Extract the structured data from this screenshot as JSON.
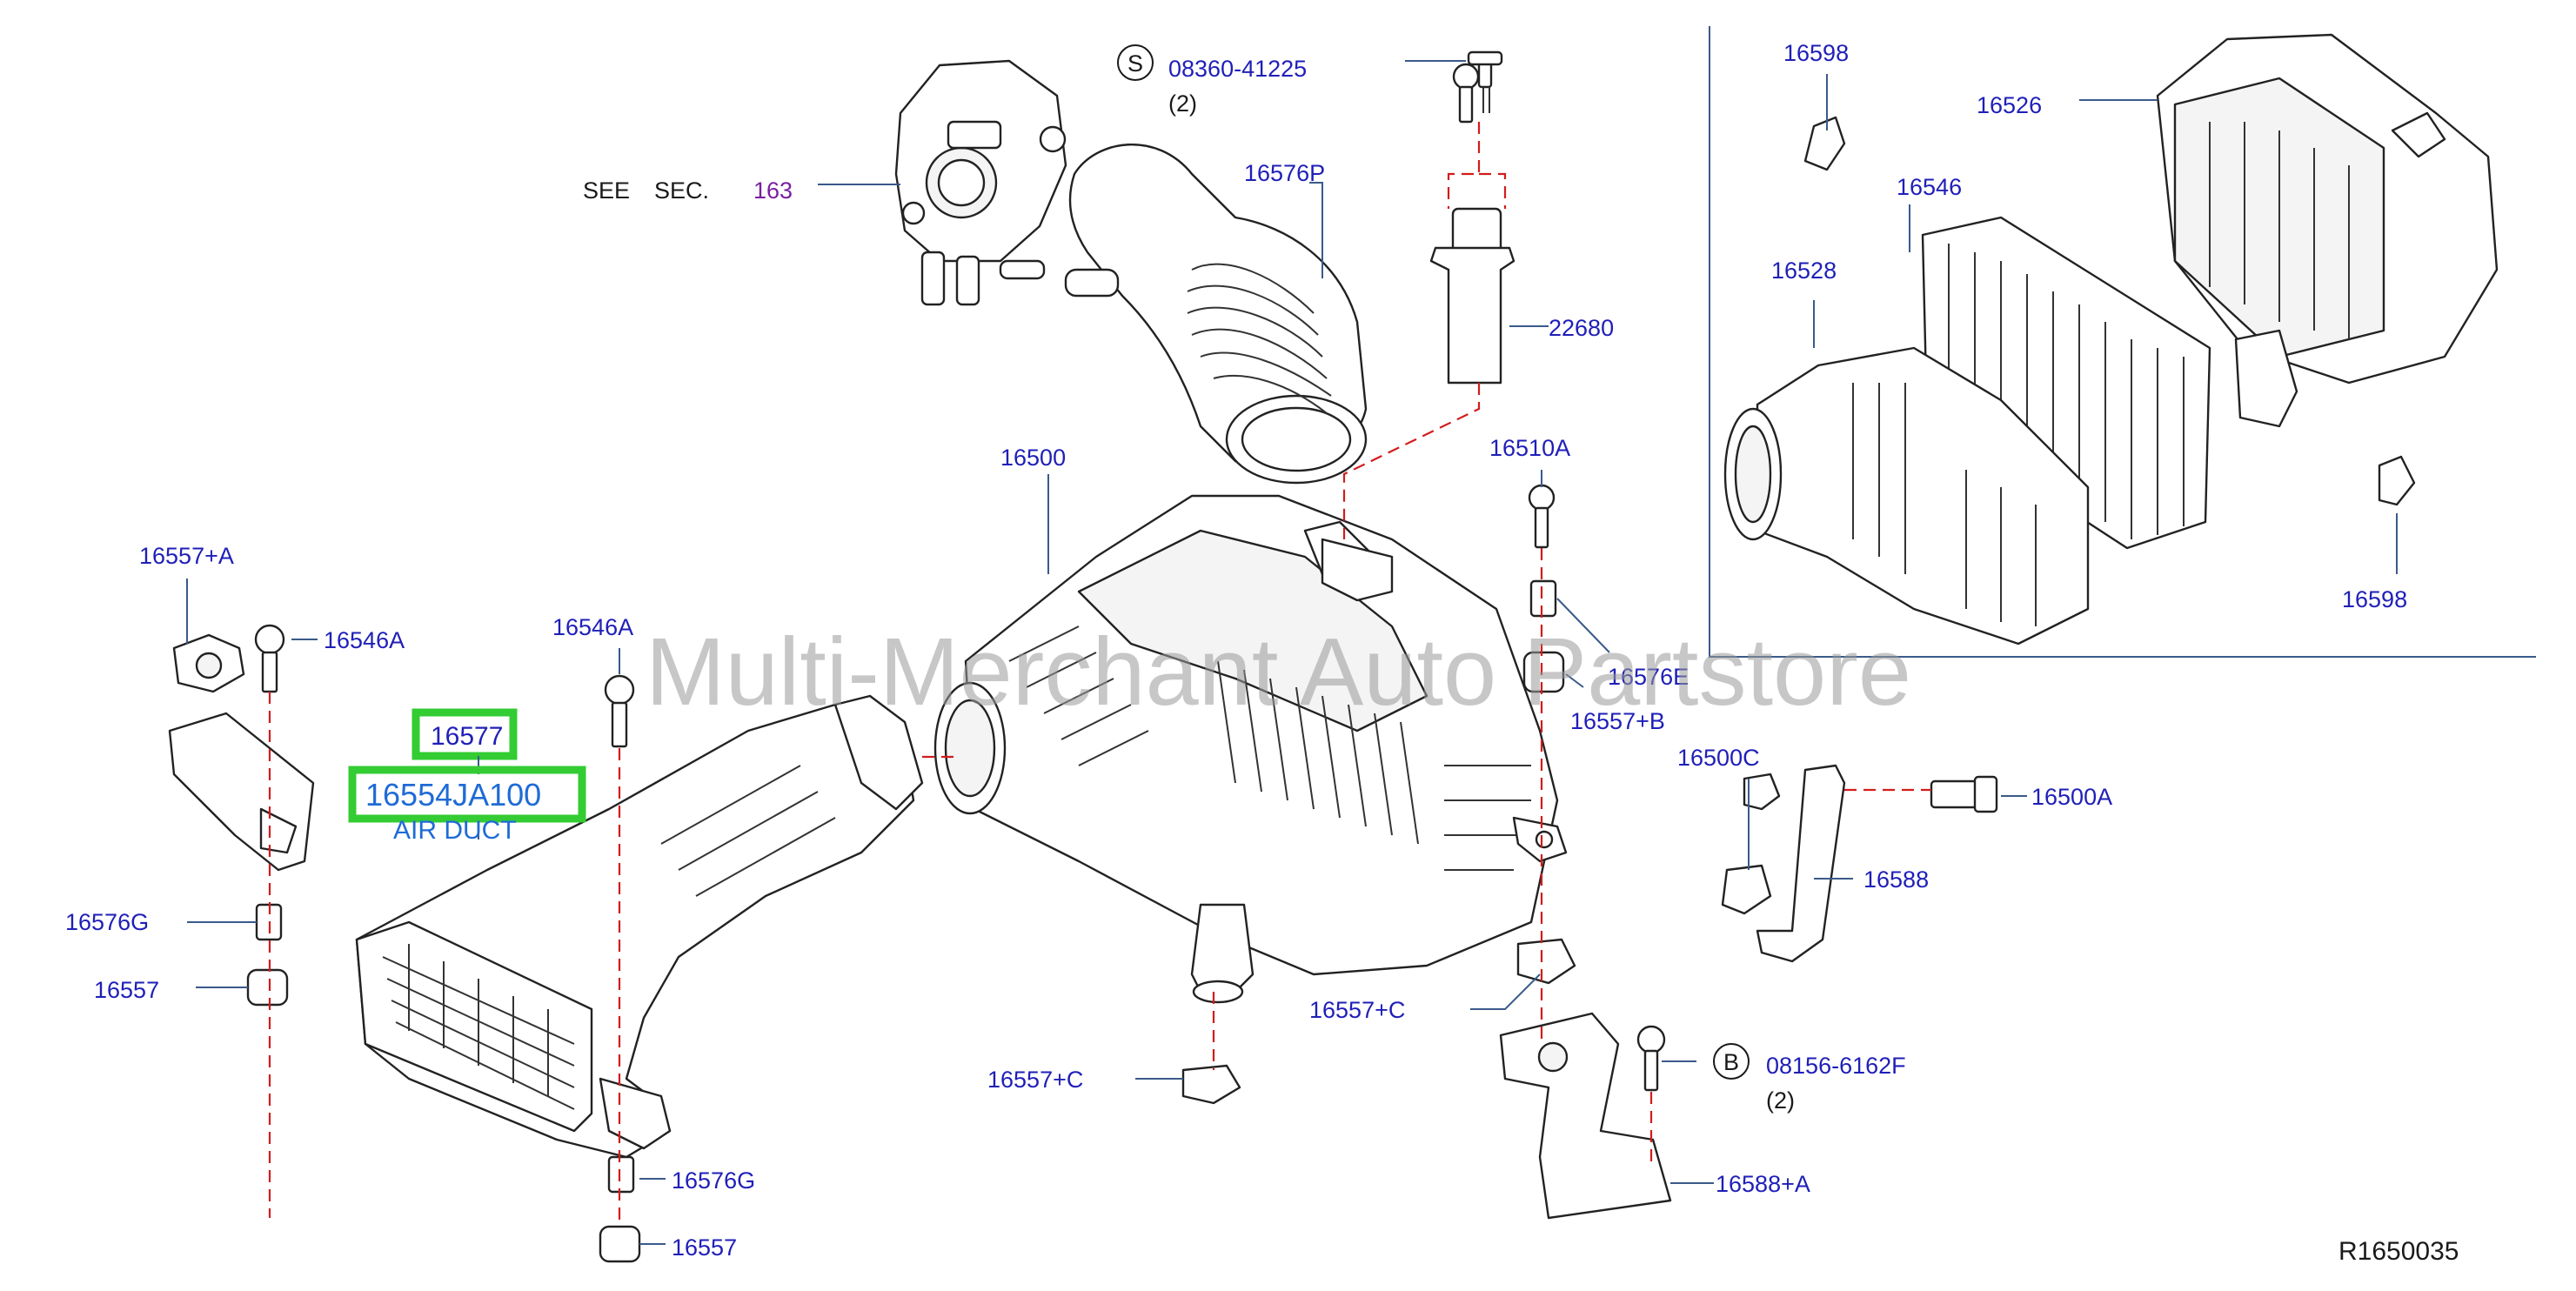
{
  "watermark": "Multi-Merchant Auto Partstore",
  "drawing_code": "R1650035",
  "highlight": {
    "part_number": "16577",
    "oem_number": "16554JA100",
    "name": "AIR DUCT"
  },
  "see_section": {
    "prefix": "SEE",
    "sec": "SEC.",
    "number": "163"
  },
  "screws": [
    {
      "symbol": "S",
      "code": "08360-41225",
      "qty": "(2)"
    },
    {
      "symbol": "B",
      "code": "08156-6162F",
      "qty": "(2)"
    }
  ],
  "labels": {
    "l16576P": "16576P",
    "l22680": "22680",
    "l16500": "16500",
    "l16510A": "16510A",
    "l16557A": "16557+A",
    "l16546A_a": "16546A",
    "l16546A_b": "16546A",
    "l16576E": "16576E",
    "l16557B": "16557+B",
    "l16500C": "16500C",
    "l16500A": "16500A",
    "l16588": "16588",
    "l16576G_a": "16576G",
    "l16557_a": "16557",
    "l16557C_a": "16557+C",
    "l16557C_b": "16557+C",
    "l16588A": "16588+A",
    "l16576G_b": "16576G",
    "l16557_b": "16557",
    "l16598_a": "16598",
    "l16526": "16526",
    "l16546": "16546",
    "l16528": "16528",
    "l16598_b": "16598"
  },
  "colors": {
    "label": "#1f1fb8",
    "highlight": "#33cc33",
    "guide_line": "#d21c1c",
    "section_ref": "#7a1fa0"
  }
}
